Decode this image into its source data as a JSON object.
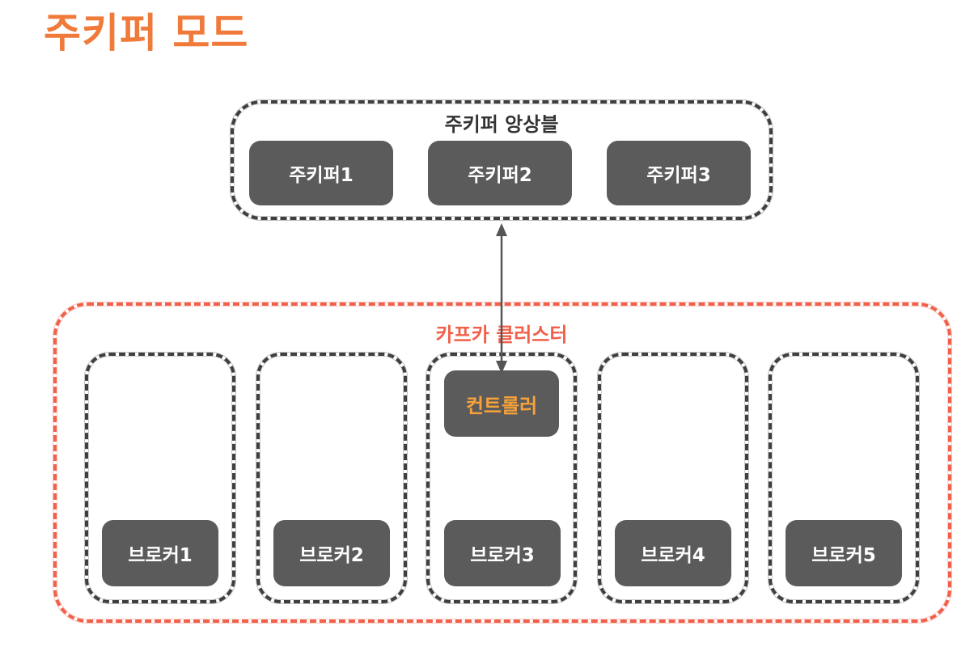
{
  "title": "주키퍼 모드",
  "zookeeper_ensemble": {
    "label": "주키퍼 앙상블",
    "nodes": [
      "주키퍼1",
      "주키퍼2",
      "주키퍼3"
    ]
  },
  "kafka_cluster": {
    "label": "카프카 클러스터",
    "controller": "컨트롤러",
    "brokers": [
      "브로커1",
      "브로커2",
      "브로커3",
      "브로커4",
      "브로커5"
    ]
  },
  "colors": {
    "title": "#f07a3a",
    "node_fill": "#5b5b5b",
    "node_text": "#ffffff",
    "controller_text": "#f7a23a",
    "cluster_border": "#f0604a",
    "cluster_label": "#f0604a",
    "outline": "#3f3f3f",
    "arrow": "#555555",
    "ensemble_label": "#333333"
  }
}
